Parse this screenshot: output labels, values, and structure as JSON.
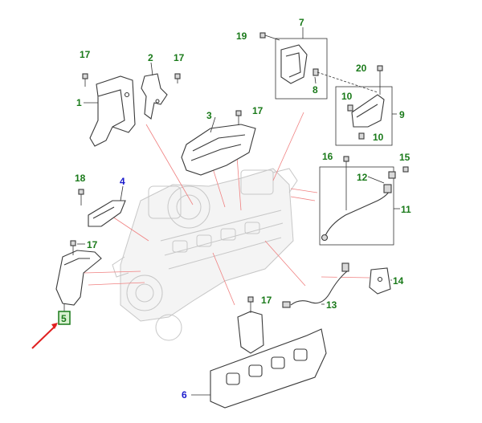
{
  "callouts": [
    {
      "id": "c1",
      "label": "1",
      "color": "#1a7a1a"
    },
    {
      "id": "c2",
      "label": "2",
      "color": "#1a7a1a"
    },
    {
      "id": "c17a",
      "label": "17",
      "color": "#1a7a1a"
    },
    {
      "id": "c17b",
      "label": "17",
      "color": "#1a7a1a"
    },
    {
      "id": "c3",
      "label": "3",
      "color": "#1a7a1a"
    },
    {
      "id": "c17c",
      "label": "17",
      "color": "#1a7a1a"
    },
    {
      "id": "c7",
      "label": "7",
      "color": "#1a7a1a"
    },
    {
      "id": "c19",
      "label": "19",
      "color": "#1a7a1a"
    },
    {
      "id": "c8",
      "label": "8",
      "color": "#1a7a1a"
    },
    {
      "id": "c20",
      "label": "20",
      "color": "#1a7a1a"
    },
    {
      "id": "c10a",
      "label": "10",
      "color": "#1a7a1a"
    },
    {
      "id": "c9",
      "label": "9",
      "color": "#1a7a1a"
    },
    {
      "id": "c10b",
      "label": "10",
      "color": "#1a7a1a"
    },
    {
      "id": "c16",
      "label": "16",
      "color": "#1a7a1a"
    },
    {
      "id": "c15",
      "label": "15",
      "color": "#1a7a1a"
    },
    {
      "id": "c12",
      "label": "12",
      "color": "#1a7a1a"
    },
    {
      "id": "c11",
      "label": "11",
      "color": "#1a7a1a"
    },
    {
      "id": "c18",
      "label": "18",
      "color": "#1a7a1a"
    },
    {
      "id": "c4",
      "label": "4",
      "color": "#1a1acc"
    },
    {
      "id": "c17d",
      "label": "17",
      "color": "#1a7a1a"
    },
    {
      "id": "c5",
      "label": "5",
      "color": "#1a7a1a"
    },
    {
      "id": "c14",
      "label": "14",
      "color": "#1a7a1a"
    },
    {
      "id": "c17e",
      "label": "17",
      "color": "#1a7a1a"
    },
    {
      "id": "c13",
      "label": "13",
      "color": "#1a7a1a"
    },
    {
      "id": "c6",
      "label": "6",
      "color": "#1a1acc"
    }
  ],
  "colors": {
    "highlight_box": "#1a7a1a",
    "highlight_fill": "#d8f0d0",
    "arrow": "#e02020"
  }
}
